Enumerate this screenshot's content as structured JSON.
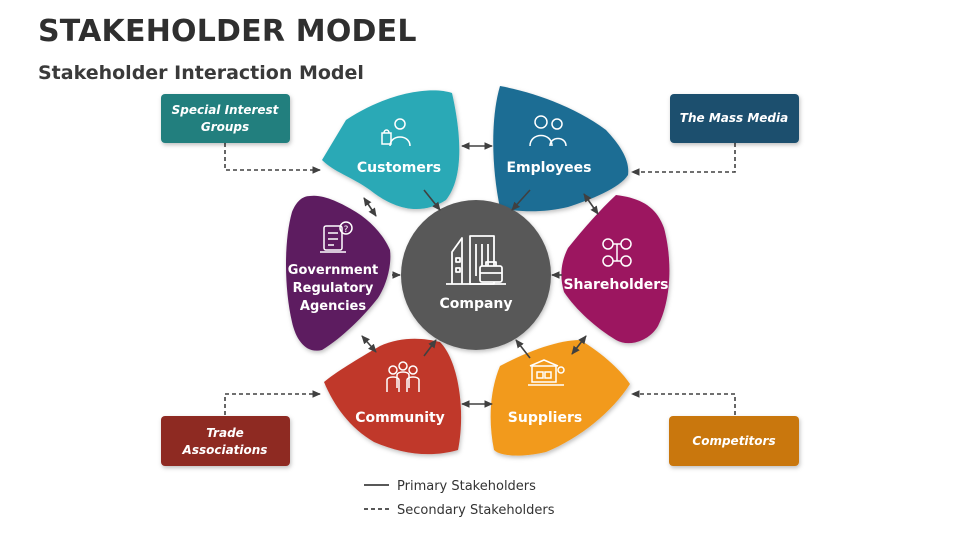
{
  "title": "STAKEHOLDER MODEL",
  "subtitle": "Stakeholder Interaction Model",
  "center": {
    "label": "Company",
    "color": "#595959"
  },
  "primary": {
    "customers": {
      "label": "Customers",
      "color": "#29a9b6"
    },
    "employees": {
      "label": "Employees",
      "color": "#1f6d94"
    },
    "shareholders": {
      "label": "Shareholders",
      "color": "#9c1460"
    },
    "suppliers": {
      "label": "Suppliers",
      "color": "#f29a1f"
    },
    "community": {
      "label": "Community",
      "color": "#c0392b"
    },
    "government": {
      "lines": [
        "Government",
        "Regulatory",
        "Agencies"
      ],
      "color": "#5d1a60"
    }
  },
  "secondary": {
    "special_interest": {
      "lines": [
        "Special Interest",
        "Groups"
      ],
      "color": "#207f7e"
    },
    "mass_media": {
      "lines": [
        "The Mass Media"
      ],
      "color": "#1b4f6e"
    },
    "trade": {
      "lines": [
        "Trade",
        "Associations"
      ],
      "color": "#8e2a23"
    },
    "competitors": {
      "lines": [
        "Competitors"
      ],
      "color": "#c97710"
    }
  },
  "legend": {
    "primary": "Primary Stakeholders",
    "secondary": "Secondary Stakeholders"
  },
  "icons": {
    "customers": "shopping-customer-icon",
    "employees": "employees-icon",
    "shareholders": "shareholders-icon",
    "suppliers": "supplier-warehouse-icon",
    "community": "community-icon",
    "government": "regulatory-document-icon",
    "company": "company-building-icon"
  }
}
